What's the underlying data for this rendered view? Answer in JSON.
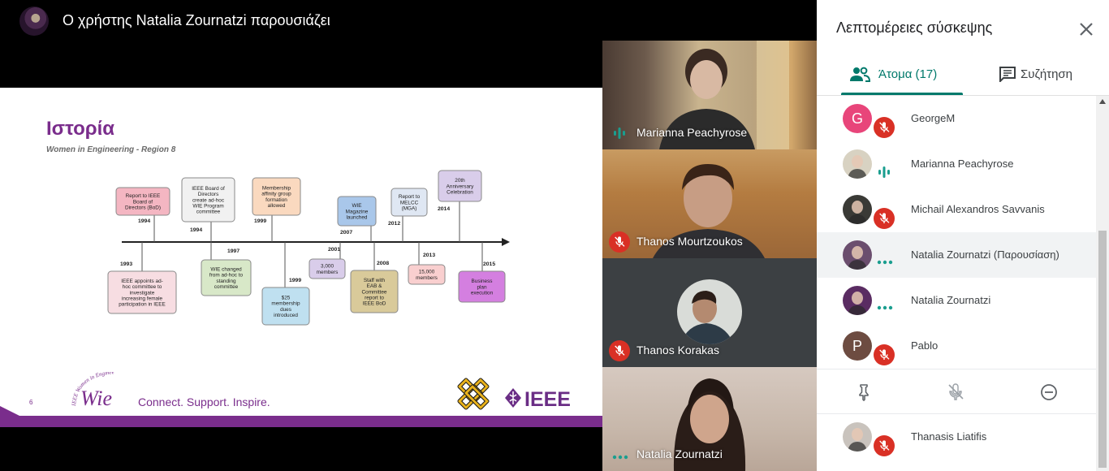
{
  "header": {
    "presenting_title": "Ο χρήστης Natalia Zournatzi παρουσιάζει"
  },
  "slide": {
    "title": "Ιστορία",
    "subtitle": "Women in Engineering - Region 8",
    "page_number": "6",
    "tagline": "Connect. Support. Inspire.",
    "wie_logo_text": "Wie",
    "wie_logo_arc": "IEEE Women in Engineering",
    "ieee_logo_text": "IEEE",
    "timeline": {
      "above": [
        {
          "year": "1994",
          "lines": [
            "Report to IEEE",
            "Board of",
            "Directors (BoD)"
          ],
          "color": "#f4b6c2"
        },
        {
          "year": "1994",
          "lines": [
            "IEEE Board of",
            "Directors",
            "create ad-hoc",
            "WIE Program",
            "committee"
          ],
          "color": "#f1f1f1"
        },
        {
          "year": "1999",
          "lines": [
            "Membership",
            "affinity group",
            "formation",
            "allowed"
          ],
          "color": "#fad9bf"
        },
        {
          "year": "2007",
          "lines": [
            "WIE",
            "Magazine",
            "launched"
          ],
          "color": "#a9c7ea"
        },
        {
          "year": "2012",
          "lines": [
            "Report to",
            "MELCC",
            "(MGA)"
          ],
          "color": "#dfe7f3"
        },
        {
          "year": "2014",
          "lines": [
            "20th",
            "Anniversary",
            "Celebration"
          ],
          "color": "#d9cdea"
        }
      ],
      "below": [
        {
          "year": "1993",
          "lines": [
            "IEEE appoints ad-",
            "hoc committee to",
            "investigate",
            "increasing female",
            "participation in IEEE"
          ],
          "color": "#f7dde2"
        },
        {
          "year": "1997",
          "lines": [
            "WIE changed",
            "from ad-hoc to",
            "standing",
            "committee"
          ],
          "color": "#d8e8c8"
        },
        {
          "year": "1999",
          "lines": [
            "$25",
            "membership",
            "dues",
            "introduced"
          ],
          "color": "#bfe0f0"
        },
        {
          "year": "2001",
          "lines": [
            "3,000",
            "members"
          ],
          "color": "#d9cdea"
        },
        {
          "year": "2008",
          "lines": [
            "Staff with",
            "EAB &",
            "Committee",
            "report to",
            "IEEE BoD"
          ],
          "color": "#d9ca9a"
        },
        {
          "year": "2013",
          "lines": [
            "15,000",
            "members"
          ],
          "color": "#f9cfcf"
        },
        {
          "year": "2015",
          "lines": [
            "Business",
            "plan",
            "execution"
          ],
          "color": "#d47fe0"
        }
      ]
    }
  },
  "tiles": [
    {
      "name": "Marianna Peachyrose",
      "status": "speaking"
    },
    {
      "name": "Thanos Mourtzoukos",
      "status": "muted"
    },
    {
      "name": "Thanos Korakas",
      "status": "muted"
    },
    {
      "name": "Natalia Zournatzi",
      "status": "dots"
    }
  ],
  "panel": {
    "title": "Λεπτομέρειες σύσκεψης",
    "tab_people": "Άτομα (17)",
    "tab_chat": "Συζήτηση",
    "people": [
      {
        "name": "GeorgeM",
        "initial": "G",
        "avatar_color": "#e8457a",
        "status": "muted"
      },
      {
        "name": "Marianna Peachyrose",
        "initial": "",
        "avatar_color": "#d8d2c2",
        "status": "speaking"
      },
      {
        "name": "Michail Alexandros Savvanis",
        "initial": "",
        "avatar_color": "#3a3a36",
        "status": "muted"
      },
      {
        "name": "Natalia Zournatzi (Παρουσίαση)",
        "initial": "",
        "avatar_color": "#6b4e6e",
        "status": "dots"
      },
      {
        "name": "Natalia Zournatzi",
        "initial": "",
        "avatar_color": "#5a2c62",
        "status": "dots"
      },
      {
        "name": "Pablo",
        "initial": "P",
        "avatar_color": "#6d4c41",
        "status": "muted"
      },
      {
        "name": "Thanasis Liatifis",
        "initial": "",
        "avatar_color": "#c9c3bd",
        "status": "muted"
      }
    ]
  },
  "colors": {
    "accent": "#00796b",
    "mic_off": "#d93025",
    "slide_purple": "#7a2d8c",
    "speaking": "#8ab4f8"
  }
}
